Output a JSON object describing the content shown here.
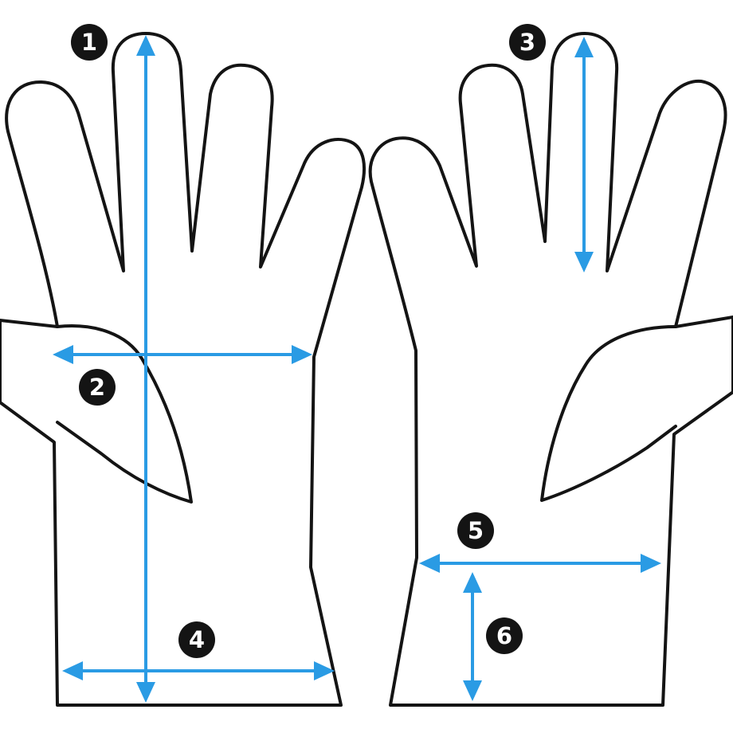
{
  "colors": {
    "accent": "#2A9BE4",
    "outline": "#141414",
    "badge": "#141414",
    "background": "#ffffff"
  },
  "markers": [
    {
      "id": "marker-1",
      "label": "1"
    },
    {
      "id": "marker-2",
      "label": "2"
    },
    {
      "id": "marker-3",
      "label": "3"
    },
    {
      "id": "marker-4",
      "label": "4"
    },
    {
      "id": "marker-5",
      "label": "5"
    },
    {
      "id": "marker-6",
      "label": "6"
    }
  ]
}
